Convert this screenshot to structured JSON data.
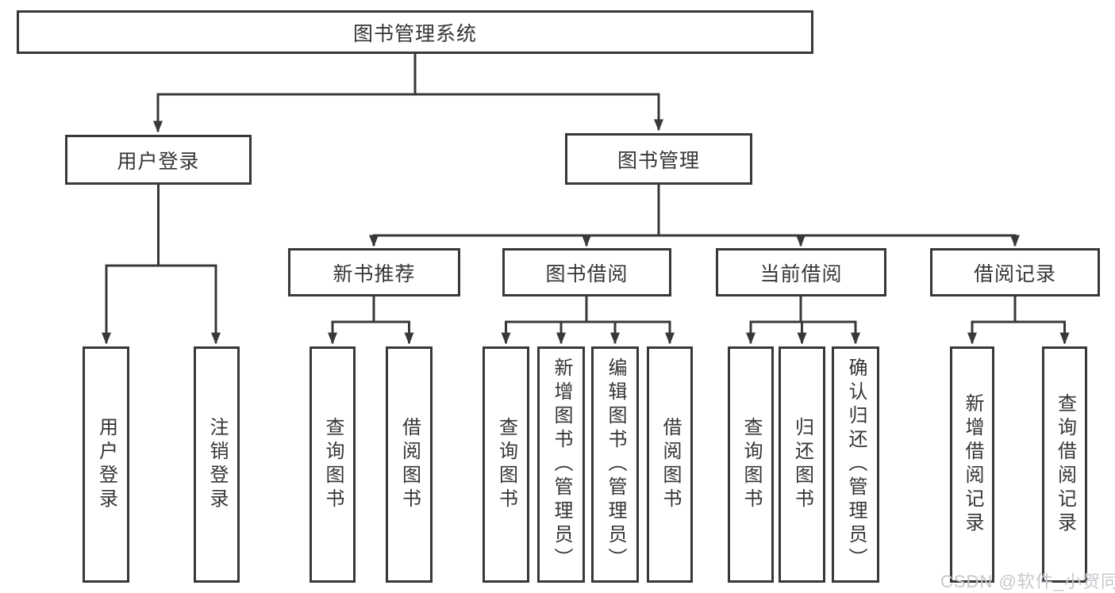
{
  "tree": {
    "label": "图书管理系统",
    "children": [
      {
        "label": "用户登录",
        "children": [
          {
            "label": "用户登录"
          },
          {
            "label": "注销登录"
          }
        ]
      },
      {
        "label": "图书管理",
        "children": [
          {
            "label": "新书推荐",
            "children": [
              {
                "label": "查询图书"
              },
              {
                "label": "借阅图书"
              }
            ]
          },
          {
            "label": "图书借阅",
            "children": [
              {
                "label": "查询图书"
              },
              {
                "label": "新增图书（管理员）"
              },
              {
                "label": "编辑图书（管理员）"
              },
              {
                "label": "借阅图书"
              }
            ]
          },
          {
            "label": "当前借阅",
            "children": [
              {
                "label": "查询图书"
              },
              {
                "label": "归还图书"
              },
              {
                "label": "确认归还（管理员）"
              }
            ]
          },
          {
            "label": "借阅记录",
            "children": [
              {
                "label": "新增借阅记录"
              },
              {
                "label": "查询借阅记录"
              }
            ]
          }
        ]
      }
    ]
  },
  "watermark": "CSDN @软件_小贺同学",
  "colors": {
    "line": "#383838",
    "box_border": "#383838",
    "box_fill": "#ffffff",
    "text": "#353535",
    "watermark": "#c5c8cd"
  }
}
